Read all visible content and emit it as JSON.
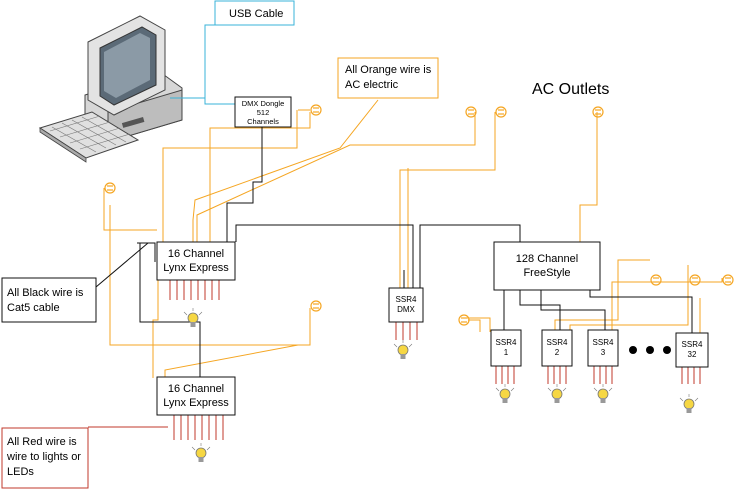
{
  "colors": {
    "black_wire": "#000000",
    "orange_wire": "#f5a623",
    "red_wire": "#c0392b",
    "usb_wire": "#39b3d8",
    "bulb": "#f6d743"
  },
  "callouts": {
    "usb": [
      "USB Cable"
    ],
    "orange": [
      "All Orange wire is",
      "AC electric"
    ],
    "black": [
      "All Black wire is",
      "Cat5 cable"
    ],
    "red": [
      "All Red wire is",
      "wire to lights or",
      "LEDs"
    ]
  },
  "heading": "AC Outlets",
  "devices": {
    "dongle": [
      "DMX Dongle",
      "512",
      "Channels"
    ],
    "lynx1": [
      "16 Channel",
      "Lynx Express"
    ],
    "lynx2": [
      "16 Channel",
      "Lynx Express"
    ],
    "ssr_dmx": [
      "SSR4",
      "DMX"
    ],
    "freestyle": [
      "128 Channel",
      "FreeStyle"
    ],
    "ssr1": [
      "SSR4",
      "1"
    ],
    "ssr2": [
      "SSR4",
      "2"
    ],
    "ssr3": [
      "SSR4",
      "3"
    ],
    "ssr32": [
      "SSR4",
      "32"
    ]
  },
  "icons": {
    "computer": "desktop-computer-icon",
    "outlet": "ac-outlet-icon",
    "bulb": "light-bulb-icon",
    "ellipsis": "ellipsis-dots-icon"
  }
}
